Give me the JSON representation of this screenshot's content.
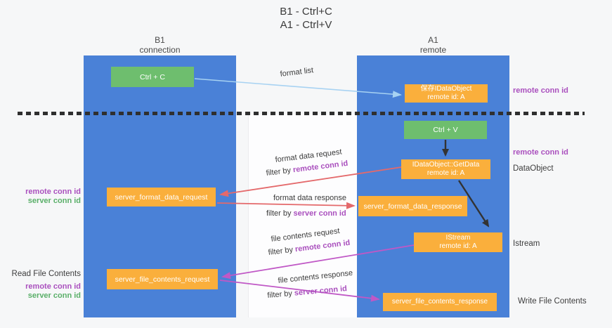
{
  "title": {
    "line1": "B1 - Ctrl+C",
    "line2": "A1 - Ctrl+V"
  },
  "columns": {
    "left": {
      "name": "B1",
      "subtitle": "connection"
    },
    "right": {
      "name": "A1",
      "subtitle": "remote"
    }
  },
  "nodes": {
    "ctrl_c": "Ctrl + C",
    "save_idataobject": {
      "line1": "保存IDataObject",
      "line2": "remote id: A"
    },
    "ctrl_v": "Ctrl + V",
    "getdata": {
      "line1": "IDataObject::GetData",
      "line2": "remote id: A"
    },
    "format_request": "server_format_data_request",
    "format_response": "server_format_data_response",
    "istream": {
      "line1": "IStream",
      "line2": "remote id: A"
    },
    "file_request": "server_file_contents_request",
    "file_response": "server_file_contents_response"
  },
  "flow_labels": {
    "format_list": "format list",
    "format_data_request": "format data request",
    "format_data_response": "format data response",
    "file_contents_request": "file contents request",
    "file_contents_response": "file contents response",
    "filter_by": "filter by ",
    "remote_conn_id": "remote conn id",
    "server_conn_id": "server conn id"
  },
  "side_labels": {
    "remote_conn_id": "remote conn id",
    "server_conn_id": "server conn id",
    "data_object": "DataObject",
    "istream": "Istream",
    "read_file_contents": "Read File Contents",
    "write_file_contents": "Write File Contents"
  },
  "colors": {
    "lane_blue": "#4a81d7",
    "node_green": "#6ebe6e",
    "node_orange": "#faaf3c",
    "arrow_light_blue": "#a7d2f2",
    "arrow_black": "#333333",
    "arrow_salmon": "#e4696b",
    "arrow_magenta": "#c058c6",
    "text_purple": "#aa50be",
    "text_green": "#5aaf69"
  }
}
